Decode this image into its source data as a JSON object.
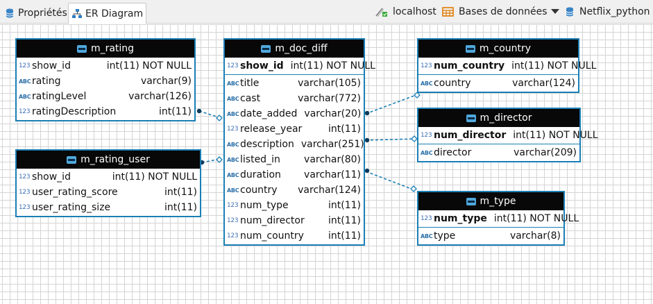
{
  "tabs": [
    {
      "label": "Propriétés",
      "icon": "database-icon",
      "active": false
    },
    {
      "label": "ER Diagram",
      "icon": "er-diagram-icon",
      "active": true
    }
  ],
  "connection": {
    "host": "localhost",
    "folder": "Bases de données",
    "database": "Netflix_python"
  },
  "entities": {
    "m_rating": {
      "name": "m_rating",
      "pk": [],
      "cols": [
        {
          "name": "show_id",
          "type": "int(11) NOT NULL",
          "kind": "123"
        },
        {
          "name": "rating",
          "type": "varchar(9)",
          "kind": "ABC"
        },
        {
          "name": "ratingLevel",
          "type": "varchar(126)",
          "kind": "ABC"
        },
        {
          "name": "ratingDescription",
          "type": "int(11)",
          "kind": "123"
        }
      ]
    },
    "m_rating_user": {
      "name": "m_rating_user",
      "pk": [],
      "cols": [
        {
          "name": "show_id",
          "type": "int(11) NOT NULL",
          "kind": "123"
        },
        {
          "name": "user_rating_score",
          "type": "int(11)",
          "kind": "123"
        },
        {
          "name": "user_rating_size",
          "type": "int(11)",
          "kind": "123"
        }
      ]
    },
    "m_doc_diff": {
      "name": "m_doc_diff",
      "pk": [
        {
          "name": "show_id",
          "type": "int(11) NOT NULL",
          "kind": "123"
        }
      ],
      "cols": [
        {
          "name": "title",
          "type": "varchar(105)",
          "kind": "ABC"
        },
        {
          "name": "cast",
          "type": "varchar(772)",
          "kind": "ABC"
        },
        {
          "name": "date_added",
          "type": "varchar(20)",
          "kind": "ABC"
        },
        {
          "name": "release_year",
          "type": "int(11)",
          "kind": "123"
        },
        {
          "name": "description",
          "type": "varchar(251)",
          "kind": "ABC"
        },
        {
          "name": "listed_in",
          "type": "varchar(80)",
          "kind": "ABC"
        },
        {
          "name": "duration",
          "type": "varchar(11)",
          "kind": "ABC"
        },
        {
          "name": "country",
          "type": "varchar(124)",
          "kind": "ABC"
        },
        {
          "name": "num_type",
          "type": "int(11)",
          "kind": "123"
        },
        {
          "name": "num_director",
          "type": "int(11)",
          "kind": "123"
        },
        {
          "name": "num_country",
          "type": "int(11)",
          "kind": "123"
        }
      ]
    },
    "m_country": {
      "name": "m_country",
      "pk": [
        {
          "name": "num_country",
          "type": "int(11) NOT NULL",
          "kind": "123"
        }
      ],
      "cols": [
        {
          "name": "country",
          "type": "varchar(124)",
          "kind": "ABC"
        }
      ]
    },
    "m_director": {
      "name": "m_director",
      "pk": [
        {
          "name": "num_director",
          "type": "int(11) NOT NULL",
          "kind": "123"
        }
      ],
      "cols": [
        {
          "name": "director",
          "type": "varchar(209)",
          "kind": "ABC"
        }
      ]
    },
    "m_type": {
      "name": "m_type",
      "pk": [
        {
          "name": "num_type",
          "type": "int(11) NOT NULL",
          "kind": "123"
        }
      ],
      "cols": [
        {
          "name": "type",
          "type": "varchar(8)",
          "kind": "ABC"
        }
      ]
    }
  },
  "colors": {
    "entity_border": "#1a7fb5",
    "header_bg": "#080808",
    "link": "#1a7fb5"
  }
}
